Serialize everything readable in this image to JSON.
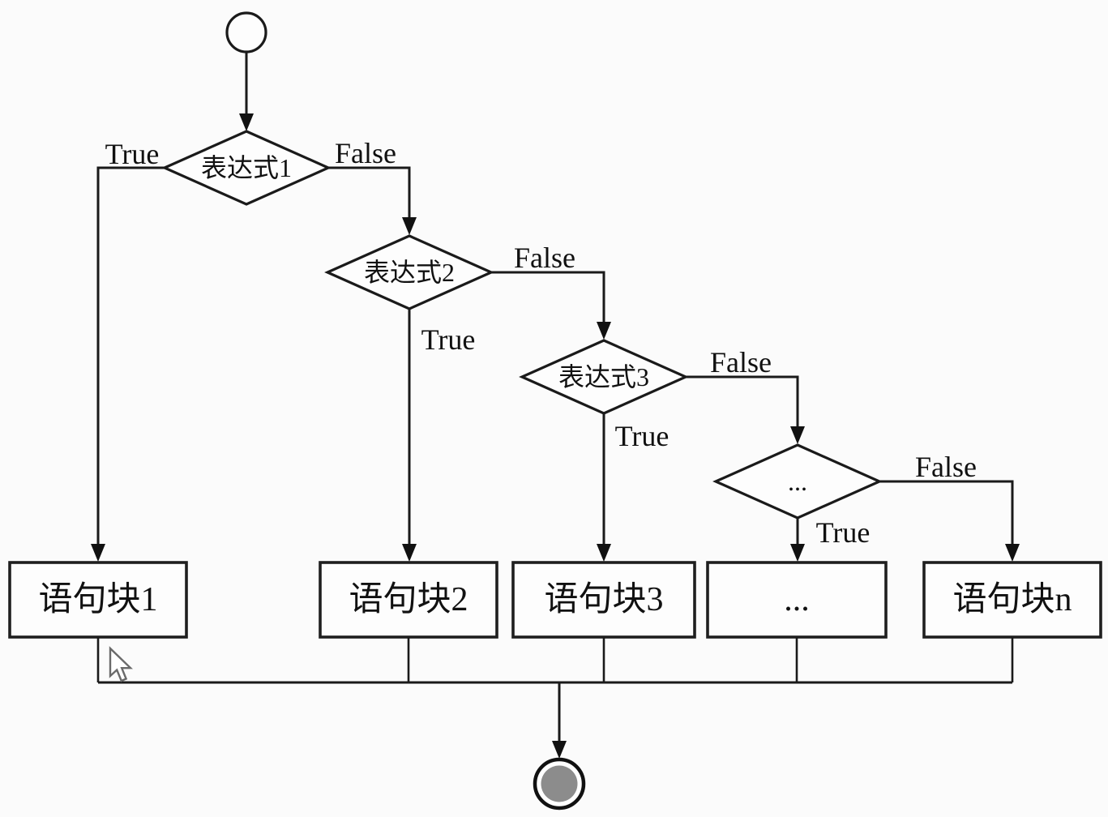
{
  "page": {
    "background": "#fbfbfb",
    "description": "Flowchart of an if / else-if / else chain (multi-branch selection structure)"
  },
  "colors": {
    "line": "#1a1a1a",
    "node_fill": "#fdfdfd",
    "terminal_fill": "#8c8c8c",
    "text": "#111111"
  },
  "flowchart": {
    "start": {
      "kind": "start-terminal"
    },
    "decisions": [
      {
        "label": "表达式1",
        "true_label": "True",
        "false_label": "False"
      },
      {
        "label": "表达式2",
        "true_label": "True",
        "false_label": "False"
      },
      {
        "label": "表达式3",
        "true_label": "True",
        "false_label": "False"
      },
      {
        "label": "...",
        "true_label": "True",
        "false_label": "False"
      }
    ],
    "blocks": [
      {
        "label": "语句块1"
      },
      {
        "label": "语句块2"
      },
      {
        "label": "语句块3"
      },
      {
        "label": "..."
      },
      {
        "label": "语句块n"
      }
    ],
    "end": {
      "kind": "end-terminal"
    }
  }
}
